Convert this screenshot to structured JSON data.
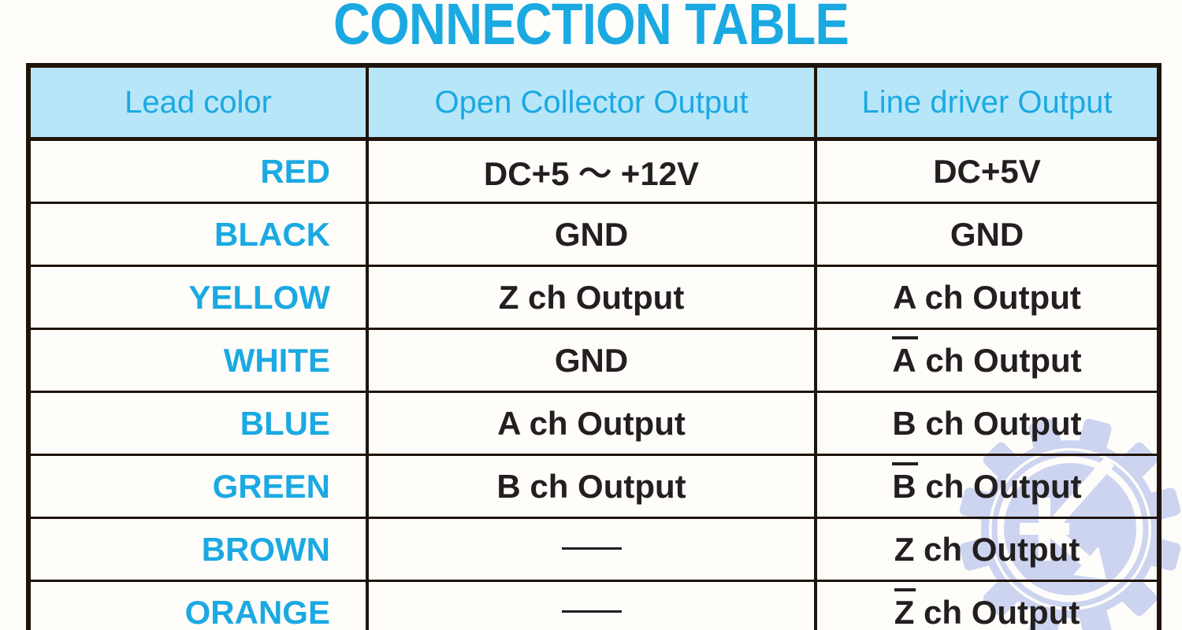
{
  "title": "CONNECTION TABLE",
  "colors": {
    "accent_cyan": "#1ba9e2",
    "header_background": "#b8e6f9",
    "table_border": "#201409",
    "body_text": "#231f20",
    "watermark": "#ccd4f0"
  },
  "table": {
    "headers": [
      "Lead color",
      "Open Collector Output",
      "Line driver Output"
    ],
    "rows": [
      {
        "lead": "RED",
        "open_collector": {
          "text": "DC+5 ～ +12V"
        },
        "line_driver": {
          "text": "DC+5V"
        }
      },
      {
        "lead": "BLACK",
        "open_collector": {
          "text": "GND"
        },
        "line_driver": {
          "text": "GND"
        }
      },
      {
        "lead": "YELLOW",
        "open_collector": {
          "text": "Z ch Output"
        },
        "line_driver": {
          "text": "A ch Output"
        }
      },
      {
        "lead": "WHITE",
        "open_collector": {
          "text": "GND"
        },
        "line_driver": {
          "text": "A ch Output",
          "overline_first": true
        }
      },
      {
        "lead": "BLUE",
        "open_collector": {
          "text": "A ch Output"
        },
        "line_driver": {
          "text": "B ch Output"
        }
      },
      {
        "lead": "GREEN",
        "open_collector": {
          "text": "B ch Output"
        },
        "line_driver": {
          "text": "B ch Output",
          "overline_first": true
        }
      },
      {
        "lead": "BROWN",
        "open_collector": {
          "text": "—",
          "dash": true
        },
        "line_driver": {
          "text": "Z ch Output"
        }
      },
      {
        "lead": "ORANGE",
        "open_collector": {
          "text": "—",
          "dash": true
        },
        "line_driver": {
          "text": "Z ch Output",
          "overline_first": true
        }
      }
    ]
  },
  "watermark": {
    "icon": "gear-k-logo"
  }
}
